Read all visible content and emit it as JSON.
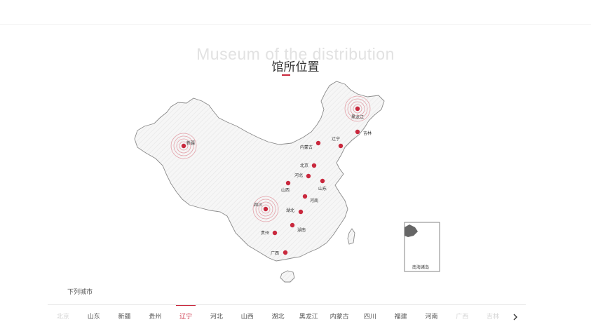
{
  "header": {
    "background_title": "Museum of the distribution",
    "title": "馆所位置"
  },
  "map": {
    "cities": [
      {
        "name": "新疆",
        "highlight": true
      },
      {
        "name": "黑龙江",
        "highlight": true
      },
      {
        "name": "吉林",
        "highlight": false
      },
      {
        "name": "辽宁",
        "highlight": false
      },
      {
        "name": "内蒙古",
        "highlight": false
      },
      {
        "name": "北京",
        "highlight": false
      },
      {
        "name": "河北",
        "highlight": false
      },
      {
        "name": "山西",
        "highlight": false
      },
      {
        "name": "山东",
        "highlight": false
      },
      {
        "name": "河南",
        "highlight": false
      },
      {
        "name": "四川",
        "highlight": true
      },
      {
        "name": "湖北",
        "highlight": false
      },
      {
        "name": "湖南",
        "highlight": false
      },
      {
        "name": "贵州",
        "highlight": false
      },
      {
        "name": "广西",
        "highlight": false
      }
    ],
    "inset_label": "南海诸岛"
  },
  "city_list": {
    "label": "下列城市",
    "active": "辽宁",
    "cities": [
      "北京",
      "山东",
      "新疆",
      "贵州",
      "辽宁",
      "河北",
      "山西",
      "湖北",
      "黑龙江",
      "内蒙古",
      "四川",
      "福建",
      "河南",
      "广西",
      "吉林"
    ]
  },
  "colors": {
    "accent": "#c9283d",
    "map_fill": "#f4f4f4",
    "map_stroke": "#888888"
  },
  "icons": {
    "next": "chevron-right-icon"
  }
}
